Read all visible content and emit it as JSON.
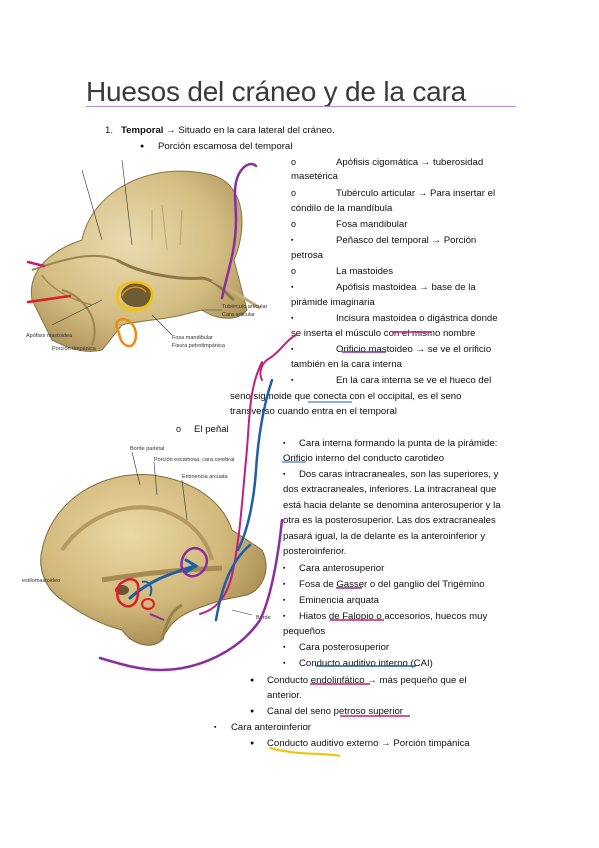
{
  "title": "Huesos del cráneo y de la cara",
  "section1": {
    "number": "1.",
    "label": "Temporal",
    "arrow": "→",
    "text": "Situado en la cara lateral del cráneo."
  },
  "porcion_escamosa": "Porción escamosa del temporal",
  "items_escamosa": [
    {
      "marker": "o",
      "line1": "Apófisis cigomática → tuberosidad",
      "line2": "masetérica"
    },
    {
      "marker": "o",
      "line1": "Tubérculo articular → Para insertar el",
      "line2": "cóndilo de la mandíbula"
    },
    {
      "marker": "o",
      "line1": "Fosa mandibular",
      "line2": ""
    },
    {
      "marker": "▪",
      "line1": "Peñasco del temporal → Porción",
      "line2": "petrosa"
    },
    {
      "marker": "o",
      "line1": "La mastoides",
      "line2": ""
    },
    {
      "marker": "▪",
      "line1": "Apófisis mastoidea → base de la",
      "line2": "pirámide imaginaria"
    },
    {
      "marker": "▪",
      "line1": "Incisura mastoidea o digástrica donde",
      "line2": "se inserta el músculo con el mismo nombre"
    },
    {
      "marker": "▪",
      "line1": "Orificio mastoideo → se ve el orificio",
      "line2": "también en la cara interna"
    },
    {
      "marker": "▪",
      "line1": "En la cara interna se ve el hueco del",
      "line2": "seno sigmoide que conecta con el occipital, es el seno",
      "line3": "transverso cuando entra en el temporal"
    }
  ],
  "penal": {
    "marker": "o",
    "label": "El peñal"
  },
  "items_penal": [
    {
      "marker": "▪",
      "line1": "Cara interna formando la punta de la pirámide:",
      "line2": "Orificio interno del conducto carotideo"
    },
    {
      "marker": "▪",
      "lines": [
        "Dos caras intracraneales, son las superiores, y",
        "dos extracraneales, inferiores. La intracraneal que",
        "está hacia delante se denomina anterosuperior y la",
        "otra es la posterosuperior. Las dos extracraneales",
        "pasará igual, la de delante es la anteroinferior y",
        "posteroinferior."
      ]
    },
    {
      "marker": "▪",
      "line1": "Cara anterosuperior"
    },
    {
      "marker": "▪",
      "line1": "Fosa de Gasser o del ganglio del Trigémino"
    },
    {
      "marker": "▪",
      "line1": "Eminencia arquata"
    },
    {
      "marker": "▪",
      "line1": "Hiatos de Falopio o accesorios, huecos muy",
      "line2": "pequeños"
    },
    {
      "marker": "▪",
      "line1": "Cara posterosuperior"
    },
    {
      "marker": "▪",
      "line1": "Conducto auditivo interno (CAI)"
    }
  ],
  "items_post": [
    {
      "marker": "●",
      "line1": "Conducto endolinfático → más pequeño que el",
      "line2": "anterior."
    },
    {
      "marker": "●",
      "line1": "Canal del seno petroso superior"
    }
  ],
  "cara_anteroinferior": {
    "marker": "▪",
    "label": "Cara anteroinferior"
  },
  "conducto_auditivo": {
    "marker": "●",
    "label": "Conducto auditivo externo → Porción timpánica"
  },
  "figure1_labels": {
    "apofisis_mastoidea": "Apófisis mastoidea",
    "porcion_timpanica": "Porción timpánica",
    "tuberculo_articular": "Tubérculo articular",
    "cara_articular": "Cara articular",
    "fosa_mandibular": "Fosa mandibular",
    "fisura_petrotimpanica": "Fisura petrotimpánica"
  },
  "figure2_labels": {
    "borde_parietal": "Borde parietal",
    "porcion_escamosa": "Porción escamosa, cara cerebral",
    "eminencia_arcuata": "Eminencia arcuata",
    "borde": "Borde",
    "estilomastoideo": "estilomastoideo"
  },
  "colors": {
    "title_rule": "#b68ac6",
    "bone": "#d9c48a",
    "bone_dark": "#a8925a",
    "annot_purple": "#8a2da0",
    "annot_magenta": "#c2207a",
    "annot_blue": "#1e5fa8",
    "annot_red": "#e01b2a",
    "annot_orange": "#f08a12",
    "annot_yellow": "#f2c200"
  }
}
